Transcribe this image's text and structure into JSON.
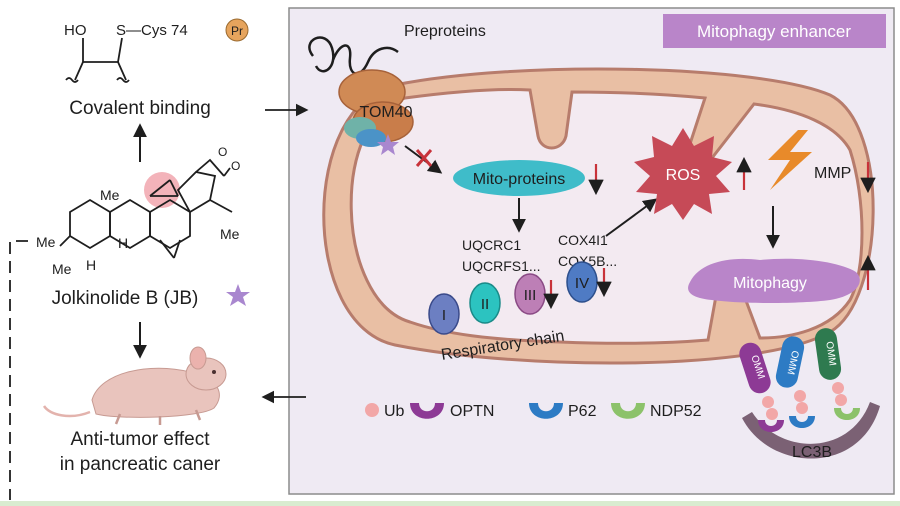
{
  "colors": {
    "panel_bg": "#efeaf3",
    "panel_border": "#8c8c8c",
    "mito_fill": "#e9bfa4",
    "mito_stroke": "#b77c6c",
    "matrix_fill": "#f3eaf1",
    "ros": "#c64a57",
    "mito_proteins": "#3fbcc9",
    "mitophagy": "#b985c9",
    "badge": "#e6a45d",
    "arrow_red": "#c8323a",
    "bolt": "#e88a2a",
    "ub": "#f2a7a7",
    "optn": "#8d3a95",
    "p62": "#2d7bc4",
    "ndp52": "#8cc26a",
    "lc3b": "#7b6174",
    "star": "#a987cf"
  },
  "left": {
    "structure_labels": {
      "ho": "HO",
      "s_cys": "S—Cys 74",
      "pr_badge": "Pr",
      "me1": "Me",
      "me2": "Me",
      "me3": "Me",
      "me4": "Me",
      "h1": "H",
      "h2": "H",
      "o1": "O",
      "o2": "O"
    },
    "covalent_binding": "Covalent binding",
    "compound_name": "Jolkinolide B (JB)",
    "effect_line1": "Anti-tumor effect",
    "effect_line2": "in pancreatic caner"
  },
  "panel": {
    "title": "Mitophagy enhancer",
    "preproteins": "Preproteins",
    "tom40": "TOM40",
    "mito_proteins": "Mito-proteins",
    "complexes": [
      "I",
      "II",
      "III",
      "IV"
    ],
    "uqcrc1": "UQCRC1",
    "uqcrfs1": "UQCRFS1...",
    "cox4i1": "COX4I1",
    "cox5b": "COX5B...",
    "respiratory_chain": "Respiratory chain",
    "ros": "ROS",
    "mmp": "MMP",
    "mitophagy": "Mitophagy",
    "omm": "OMM",
    "lc3b": "LC3B",
    "legend": [
      {
        "label": "Ub",
        "color": "#f2a7a7"
      },
      {
        "label": "OPTN",
        "color": "#8d3a95"
      },
      {
        "label": "P62",
        "color": "#2d7bc4"
      },
      {
        "label": "NDP52",
        "color": "#8cc26a"
      }
    ]
  }
}
